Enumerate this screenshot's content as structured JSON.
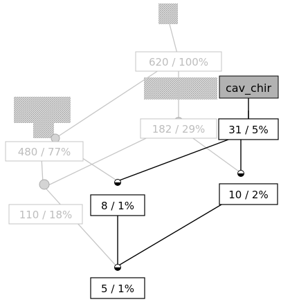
{
  "diagram": {
    "nodes": [
      {
        "id": "n620",
        "label": "620 / 100%",
        "state": "faded"
      },
      {
        "id": "n182",
        "label": "182 / 29%",
        "state": "faded"
      },
      {
        "id": "n480",
        "label": "480 / 77%",
        "state": "faded"
      },
      {
        "id": "n31",
        "label": "31 / 5%",
        "state": "active"
      },
      {
        "id": "n8",
        "label": "8 / 1%",
        "state": "active"
      },
      {
        "id": "n10",
        "label": "10 / 2%",
        "state": "active"
      },
      {
        "id": "n110",
        "label": "110 / 18%",
        "state": "faded"
      },
      {
        "id": "n5",
        "label": "5 / 1%",
        "state": "active"
      }
    ],
    "attribute_tag": {
      "label": "cav_chir",
      "attached_to": "n31"
    },
    "colors": {
      "active_stroke": "#000000",
      "faded_stroke": "#bdbdbd",
      "faded_text": "#b8b8b8",
      "tag_fill": "#b0b0b0",
      "faded_tag_fill": "#cfcfcf"
    }
  }
}
